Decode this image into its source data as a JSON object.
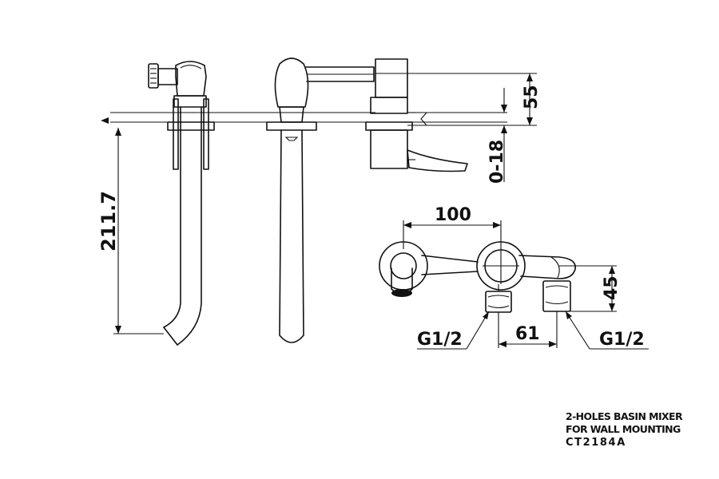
{
  "title_block": {
    "line1": "2-HOLES BASIN MIXER",
    "line2": "FOR WALL MOUNTING",
    "model": "CT2184A"
  },
  "dimensions": {
    "height_top": "55",
    "wall_range": "0-18",
    "spout_length": "211.7",
    "hole_spacing": "100",
    "side_height": "45",
    "offset": "61",
    "thread_left": "G1/2",
    "thread_right": "G1/2"
  }
}
